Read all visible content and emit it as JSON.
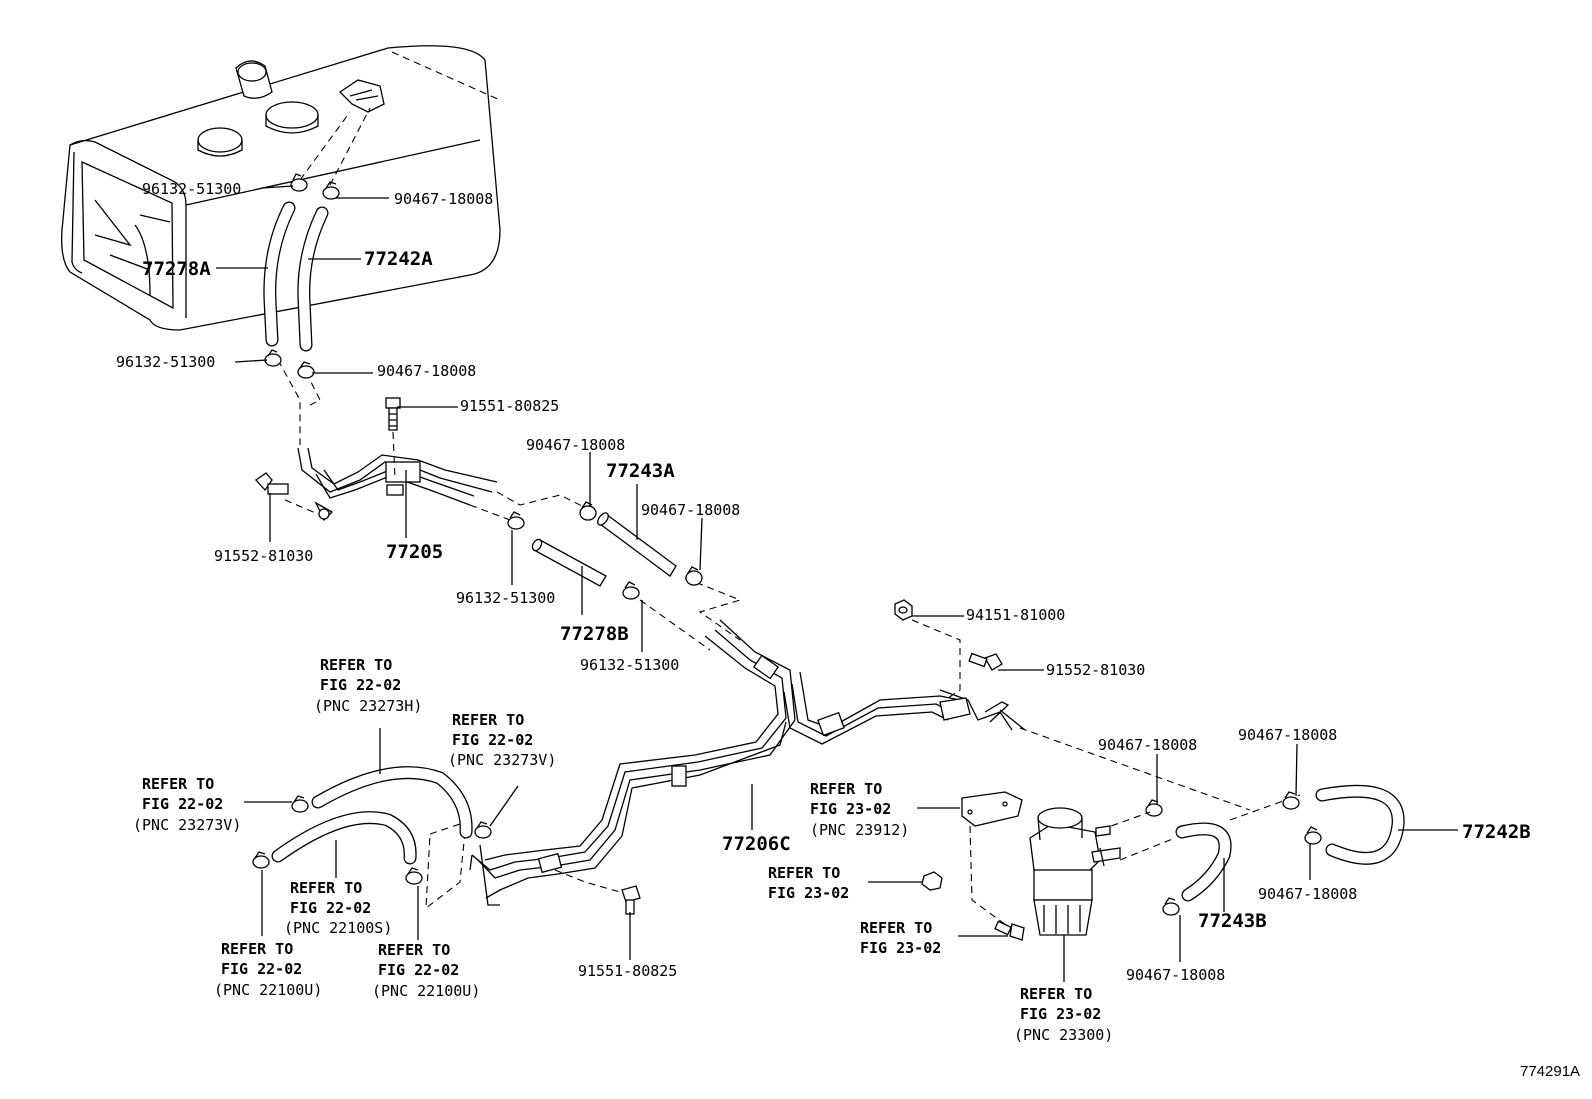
{
  "diagram_id": "774291A",
  "labels": {
    "l_96132_a": "96132-51300",
    "l_90467_a": "90467-18008",
    "l_77278a": "77278A",
    "l_77242a": "77242A",
    "l_96132_b": "96132-51300",
    "l_90467_b": "90467-18008",
    "l_91551_a": "91551-80825",
    "l_90467_c": "90467-18008",
    "l_77243a": "77243A",
    "l_90467_d": "90467-18008",
    "l_91552_a": "91552-81030",
    "l_77205": "77205",
    "l_96132_c": "96132-51300",
    "l_77278b": "77278B",
    "l_96132_d": "96132-51300",
    "l_94151": "94151-81000",
    "l_91552_b": "91552-81030",
    "l_90467_e": "90467-18008",
    "l_90467_f": "90467-18008",
    "l_77242b": "77242B",
    "l_90467_g": "90467-18008",
    "l_77206c": "77206C",
    "l_77243b": "77243B",
    "l_90467_h": "90467-18008",
    "l_91551_b": "91551-80825"
  },
  "refs": {
    "r1": {
      "line1": "REFER TO",
      "line2": "FIG 22-02",
      "line3": "(PNC 23273H)"
    },
    "r2": {
      "line1": "REFER TO",
      "line2": "FIG 22-02",
      "line3": "(PNC 23273V)"
    },
    "r3": {
      "line1": "REFER TO",
      "line2": "FIG 22-02",
      "line3": "(PNC 23273V)"
    },
    "r4": {
      "line1": "REFER TO",
      "line2": "FIG 22-02",
      "line3": "(PNC 22100S)"
    },
    "r5": {
      "line1": "REFER TO",
      "line2": "FIG 22-02",
      "line3": "(PNC 22100U)"
    },
    "r6": {
      "line1": "REFER TO",
      "line2": "FIG 22-02",
      "line3": "(PNC 22100U)"
    },
    "r7": {
      "line1": "REFER TO",
      "line2": "FIG 23-02",
      "line3": "(PNC 23912)"
    },
    "r8": {
      "line1": "REFER TO",
      "line2": "FIG 23-02"
    },
    "r9": {
      "line1": "REFER TO",
      "line2": "FIG 23-02"
    },
    "r10": {
      "line1": "REFER TO",
      "line2": "FIG 23-02",
      "line3": "(PNC 23300)"
    }
  }
}
